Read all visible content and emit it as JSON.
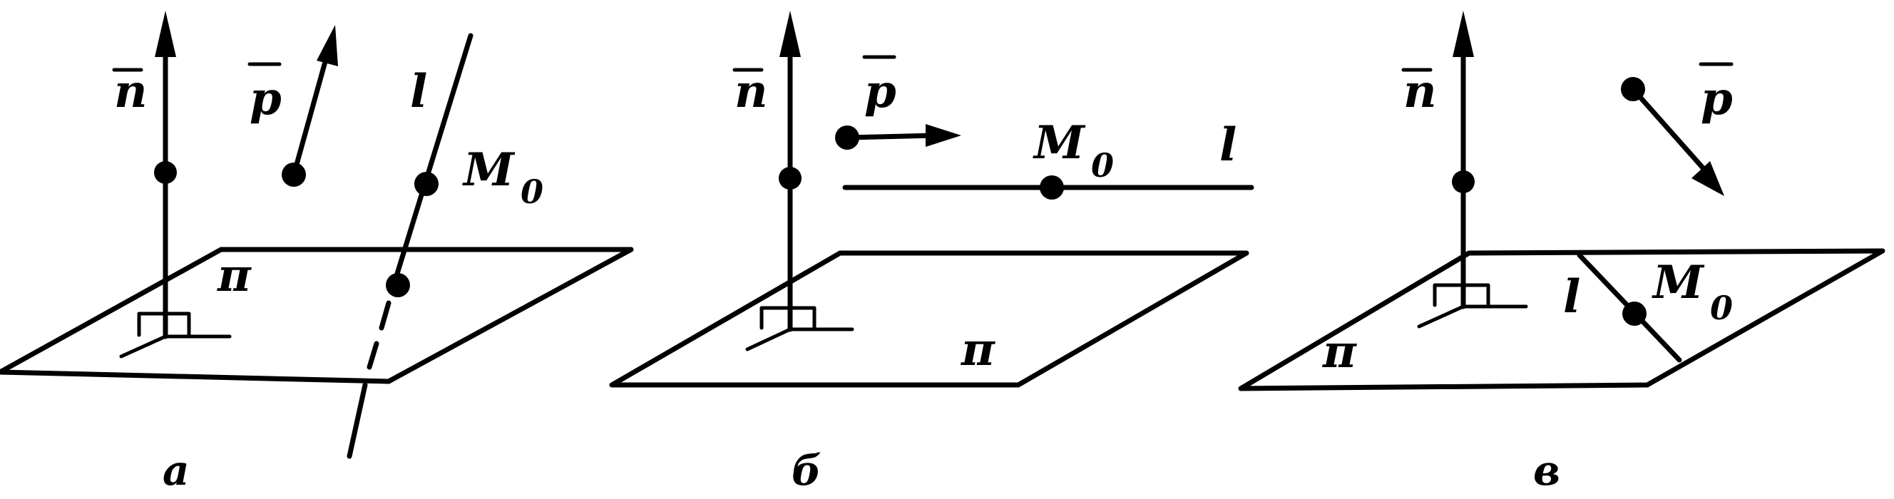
{
  "panels": [
    {
      "caption": "а",
      "labels": {
        "n": "n",
        "p": "p",
        "l": "l",
        "m": "M",
        "m_sub": "0",
        "pi": "π"
      }
    },
    {
      "caption": "б",
      "labels": {
        "n": "n",
        "p": "p",
        "l": "l",
        "m": "M",
        "m_sub": "0",
        "pi": "π"
      }
    },
    {
      "caption": "в",
      "labels": {
        "n": "n",
        "p": "p",
        "l": "l",
        "m": "M",
        "m_sub": "0",
        "pi": "π"
      }
    }
  ]
}
